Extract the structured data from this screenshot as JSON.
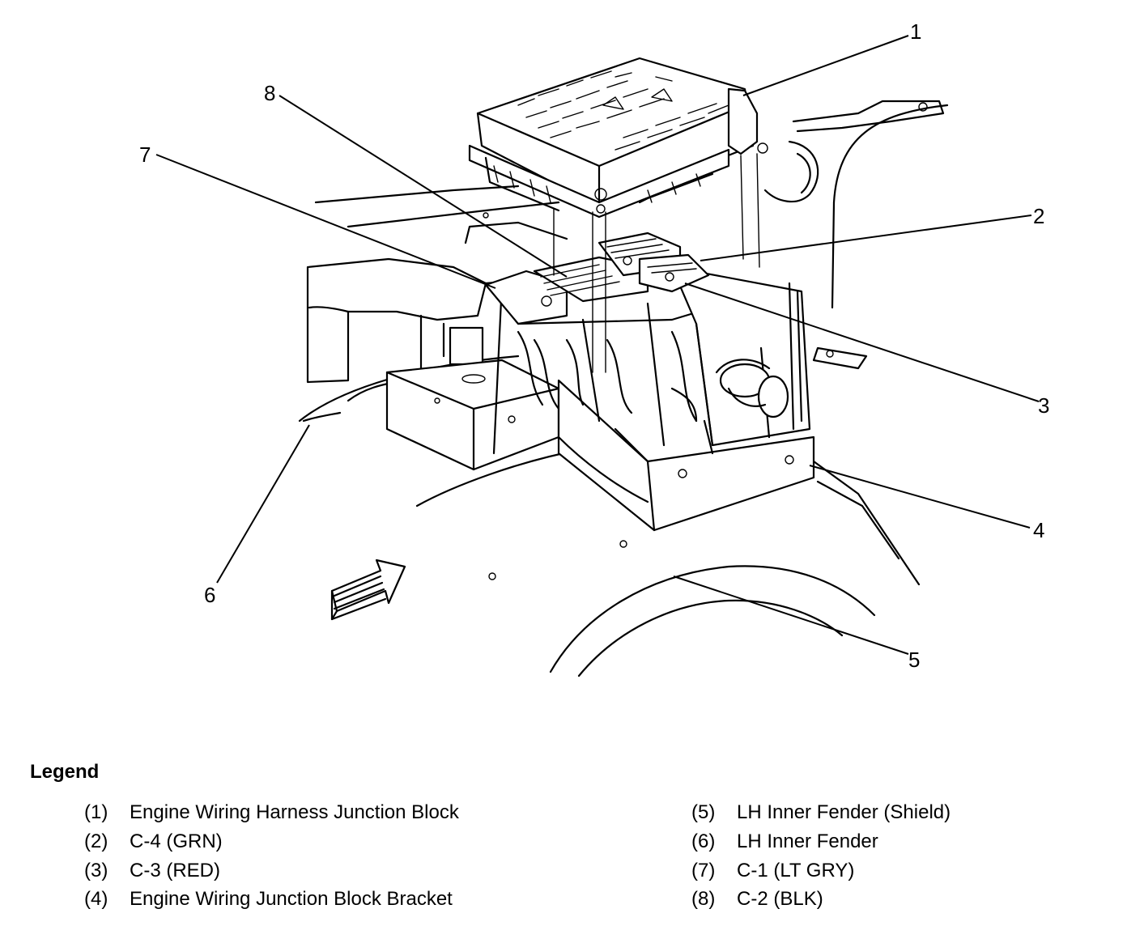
{
  "callouts": [
    "1",
    "2",
    "3",
    "4",
    "5",
    "6",
    "7",
    "8"
  ],
  "legend": {
    "title": "Legend",
    "items": [
      {
        "num": "(1)",
        "text": "Engine Wiring Harness Junction Block"
      },
      {
        "num": "(2)",
        "text": "C-4 (GRN)"
      },
      {
        "num": "(3)",
        "text": "C-3 (RED)"
      },
      {
        "num": "(4)",
        "text": "Engine Wiring Junction Block Bracket"
      },
      {
        "num": "(5)",
        "text": "LH Inner Fender (Shield)"
      },
      {
        "num": "(6)",
        "text": "LH Inner Fender"
      },
      {
        "num": "(7)",
        "text": "C-1 (LT GRY)"
      },
      {
        "num": "(8)",
        "text": "C-2 (BLK)"
      }
    ]
  }
}
